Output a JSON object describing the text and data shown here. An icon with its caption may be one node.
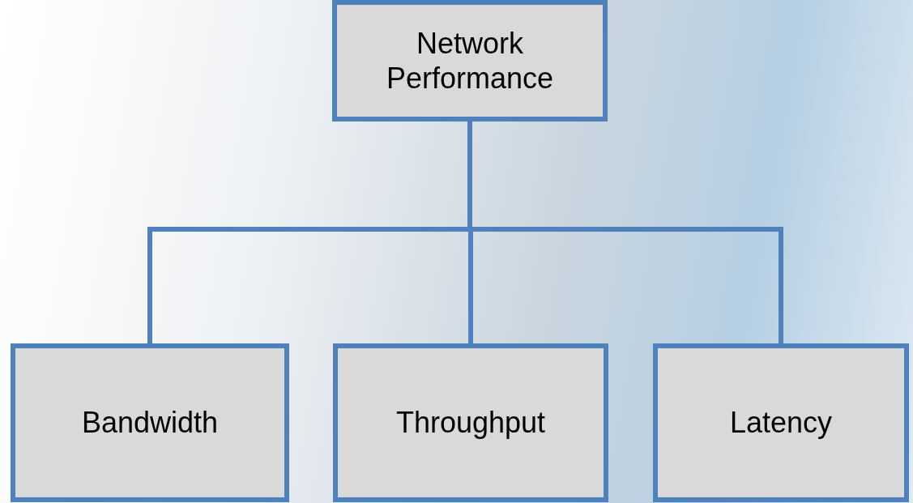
{
  "diagram": {
    "nodes": [
      {
        "text": [
          "Network Performance"
        ]
      },
      {
        "text": [
          "Bandwidth"
        ]
      },
      {
        "text": [
          "Throughput"
        ]
      },
      {
        "text": [
          "Latency"
        ]
      }
    ],
    "edges": [
      {
        "from": 0,
        "to": 1,
        "arrow": "none"
      },
      {
        "from": 0,
        "to": 2,
        "arrow": "none"
      },
      {
        "from": 0,
        "to": 3,
        "arrow": "none"
      }
    ]
  }
}
